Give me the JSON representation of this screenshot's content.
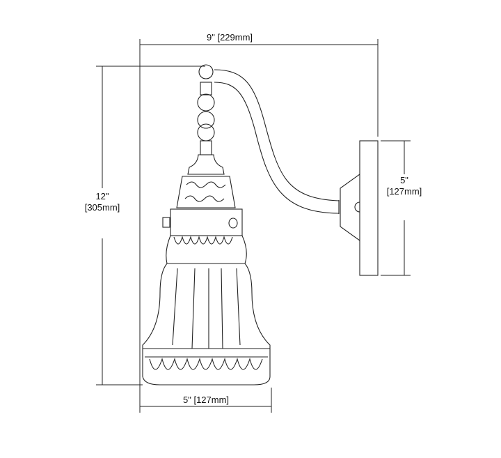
{
  "title": "Wall sconce dimension drawing",
  "dimensions": {
    "width": {
      "inch": "9\"",
      "mm": "[229mm]"
    },
    "height": {
      "inch": "12\"",
      "mm": "[305mm]"
    },
    "backplate_height": {
      "inch": "5\"",
      "mm": "[127mm]"
    },
    "shade_width": {
      "inch": "5\"",
      "mm": "[127mm]"
    }
  },
  "colors": {
    "line": "#222222",
    "background": "#ffffff"
  }
}
